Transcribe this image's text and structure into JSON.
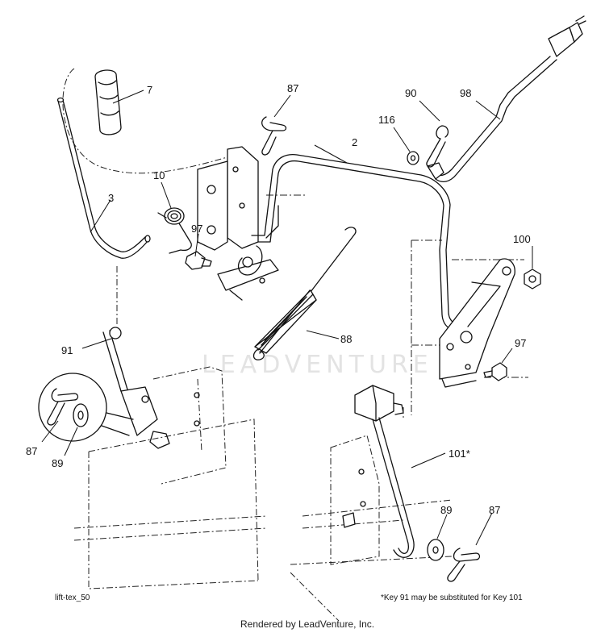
{
  "watermark": "LEADVENTURE",
  "callouts": {
    "c7": "7",
    "c87_top": "87",
    "c90": "90",
    "c98": "98",
    "c116": "116",
    "c2": "2",
    "c10": "10",
    "c3": "3",
    "c97_left": "97",
    "c100": "100",
    "c88": "88",
    "c91": "91",
    "c97_right": "97",
    "c87_circle": "87",
    "c89_circle": "89",
    "c101": "101*",
    "c89_bottom": "89",
    "c87_bottom": "87"
  },
  "diagram_code": "lift-tex_50",
  "footnote": "*Key 91 may be substituted for Key 101",
  "footer": "Rendered by LeadVenture, Inc."
}
